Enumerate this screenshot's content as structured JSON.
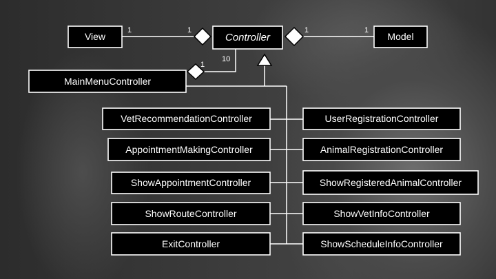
{
  "classes": {
    "view": "View",
    "controller": "Controller",
    "model": "Model",
    "main_menu": "MainMenuController",
    "vet_recommendation": "VetRecommendationController",
    "appointment_making": "AppointmentMakingController",
    "show_appointment": "ShowAppointmentController",
    "show_route": "ShowRouteController",
    "exit": "ExitController",
    "user_registration": "UserRegistrationController",
    "animal_registration": "AnimalRegistrationController",
    "show_registered_animal": "ShowRegisteredAnimalController",
    "show_vet_info": "ShowVetInfoController",
    "show_schedule_info": "ShowScheduleInfoController"
  },
  "multiplicities": {
    "view_side": "1",
    "controller_view_side": "1",
    "controller_model_side": "1",
    "model_side": "1",
    "controller_main_side": "10",
    "main_side": "1"
  }
}
